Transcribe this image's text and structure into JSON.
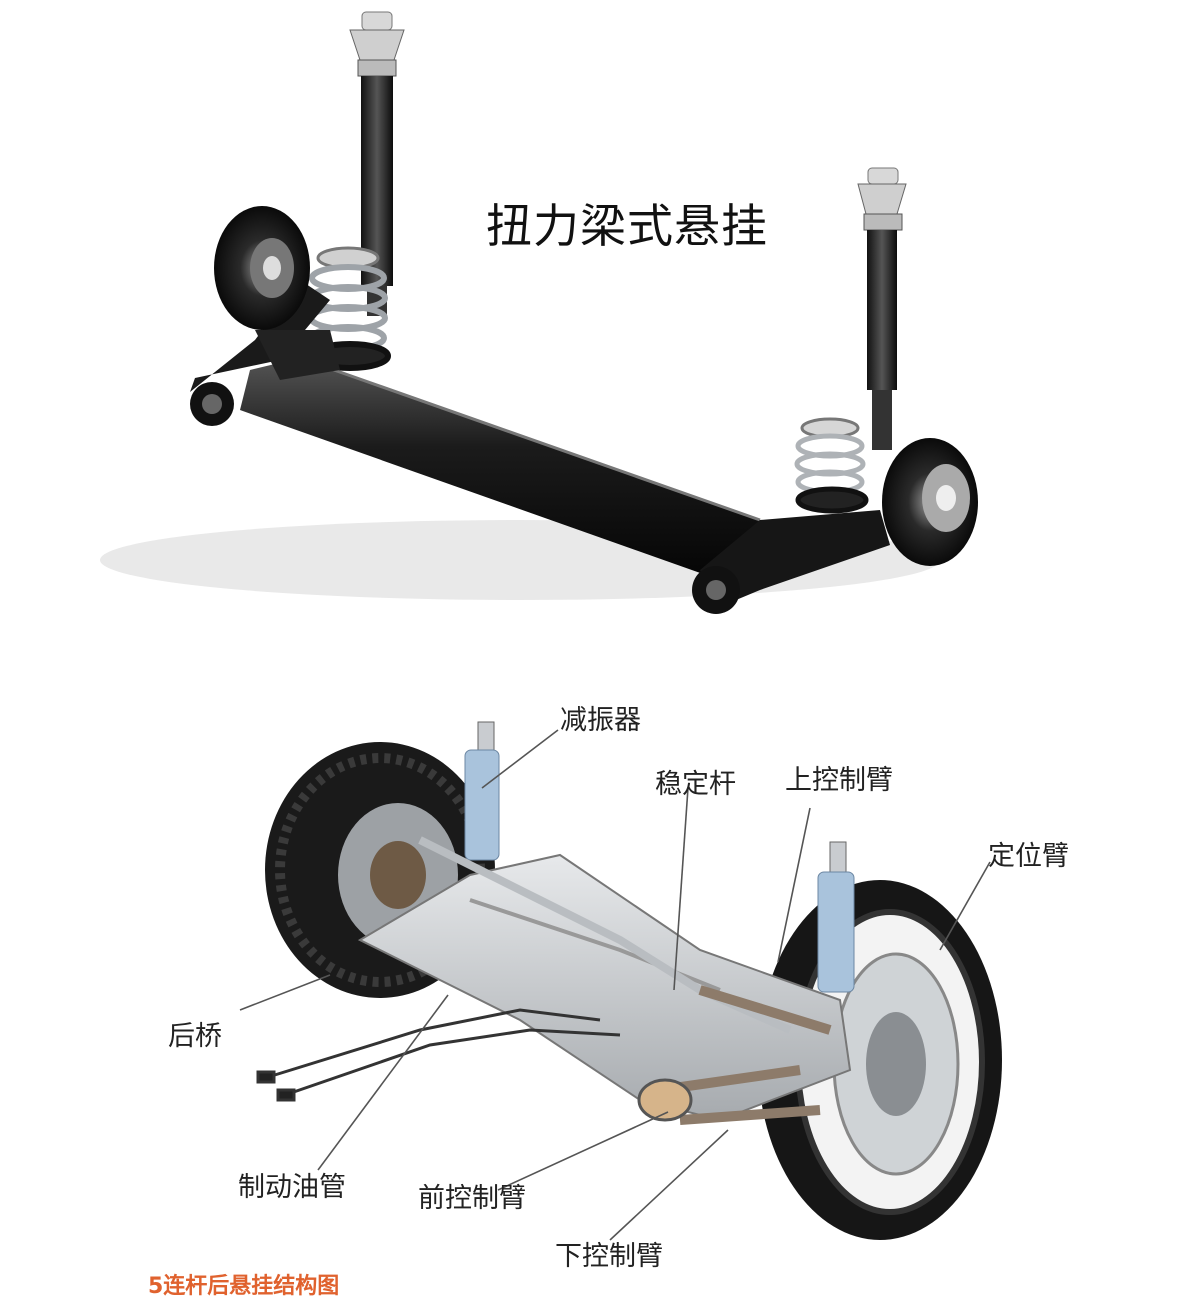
{
  "top_diagram": {
    "title": "扭力梁式悬挂"
  },
  "bottom_diagram": {
    "callouts": {
      "shock_absorber": "减振器",
      "stabilizer_bar": "稳定杆",
      "upper_control_arm": "上控制臂",
      "trailing_arm": "定位臂",
      "rear_axle": "后桥",
      "brake_line": "制动油管",
      "front_control_arm": "前控制臂",
      "lower_control_arm": "下控制臂"
    },
    "caption": "5连杆后悬挂结构图",
    "caption_color": "#e0622e"
  },
  "colors": {
    "metal_dark": "#1a1a1a",
    "metal_light": "#c9ccd0",
    "spring": "#bfc3c7",
    "shock_blue": "#a9c3dc",
    "leader_line": "#555555"
  }
}
